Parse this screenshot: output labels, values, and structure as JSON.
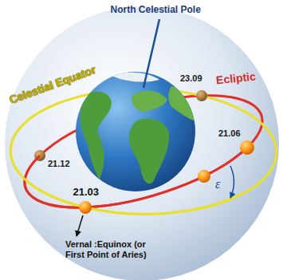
{
  "diagram": {
    "labels": [
      "North Celestial Pole",
      "Celestial Equator",
      "Ecliptic",
      "23.09",
      "21.12",
      "21.06",
      "21.03",
      "ε",
      "Vernal :Equinox (or First Point of Aries)"
    ]
  }
}
